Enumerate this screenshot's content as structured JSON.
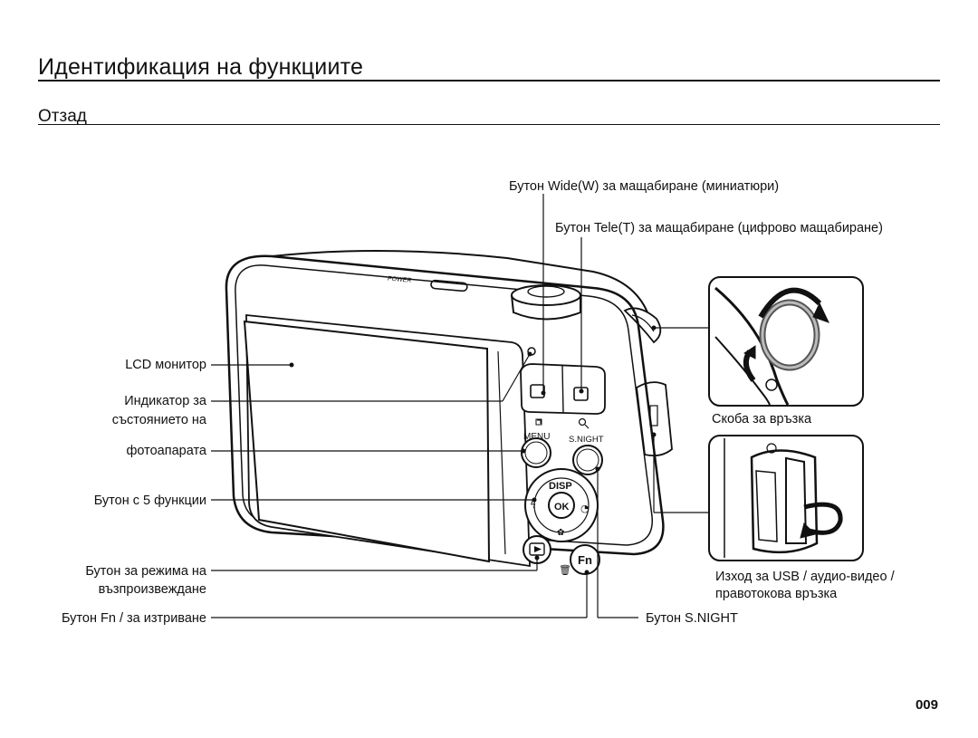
{
  "header": {
    "title": "Идентификация на функциите",
    "subtitle": "Отзад"
  },
  "callouts": {
    "wide": "Бутон Wide(W) за мащабиране (миниатюри)",
    "tele": "Бутон Tele(T) за мащабиране (цифрово мащабиране)",
    "lcd": "LCD монитор",
    "status1": "Индикатор за",
    "status2": "състоянието на",
    "status3": "фотоапарата",
    "fivefunc": "Бутон с 5 функции",
    "play1": "Бутон за режима на",
    "play2": "възпроизвеждане",
    "fn": "Бутон Fn / за изтриване",
    "snight": "Бутон S.NIGHT",
    "strap": "Скоба за връзка",
    "usb1": "Изход за USB / аудио-видео /",
    "usb2": "правотокова връзка"
  },
  "camera": {
    "power": "POWER",
    "menu": "MENU",
    "snight": "S.NIGHT",
    "disp": "DISP",
    "ok": "OK",
    "fn": "Fn"
  },
  "page_number": "009"
}
